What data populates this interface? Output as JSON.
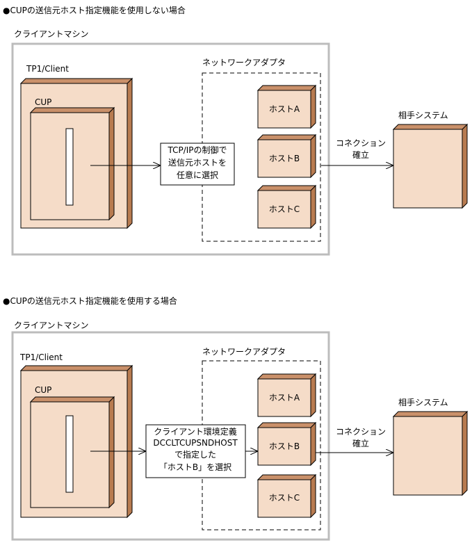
{
  "sections": [
    {
      "heading": "●CUPの送信元ホスト指定機能を使用しない場合",
      "machine_label": "クライアントマシン",
      "client_label": "TP1/Client",
      "cup_label": "CUP",
      "adapter_label": "ネットワークアダプタ",
      "callout_lines": [
        "TCP/IPの制御で",
        "送信元ホストを",
        "任意に選択"
      ],
      "hosts": [
        "ホストA",
        "ホストB",
        "ホストC"
      ],
      "connection_lines": [
        "コネクション",
        "確立"
      ],
      "partner_label": "相手システム"
    },
    {
      "heading": "●CUPの送信元ホスト指定機能を使用する場合",
      "machine_label": "クライアントマシン",
      "client_label": "TP1/Client",
      "cup_label": "CUP",
      "adapter_label": "ネットワークアダプタ",
      "callout_lines": [
        "クライアント環境定義",
        "DCCLTCUPSNDHOST",
        "で指定した",
        "「ホストB」を選択"
      ],
      "hosts": [
        "ホストA",
        "ホストB",
        "ホストC"
      ],
      "connection_lines": [
        "コネクション",
        "確立"
      ],
      "partner_label": "相手システム"
    }
  ],
  "colors": {
    "box_fill": "#f5dcc8",
    "box_shade": "#b87b50",
    "frame": "#bcbcbc"
  }
}
